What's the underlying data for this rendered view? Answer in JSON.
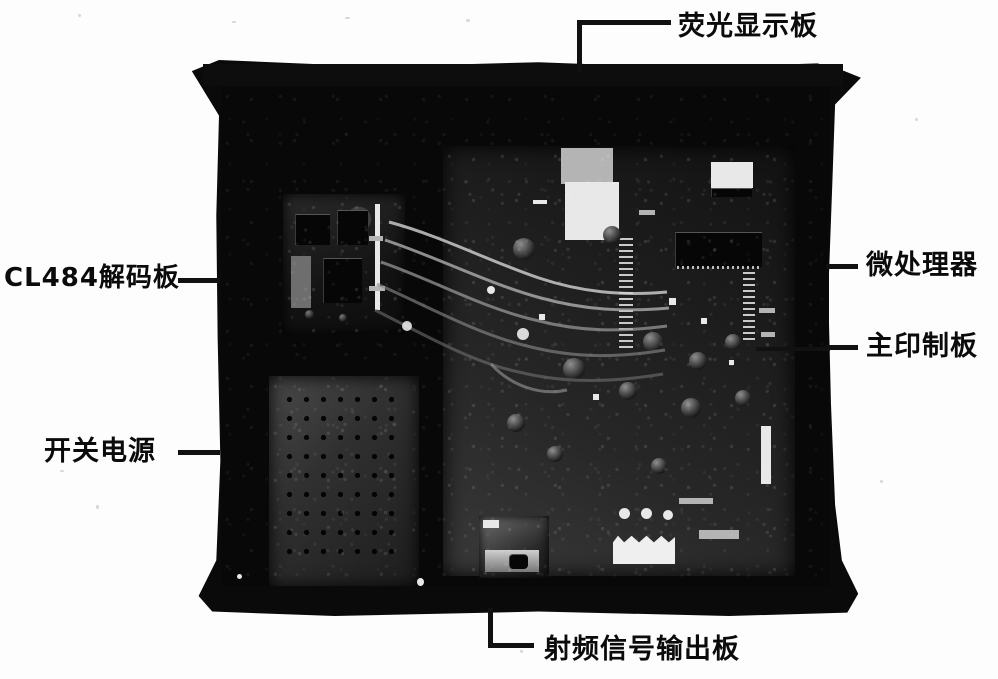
{
  "figure": {
    "subject": "VCD player internal chassis photograph with callout labels",
    "background_color": "#ffffff",
    "label_color": "#0b0b0b",
    "chassis_color": "#0a0a0a"
  },
  "callouts": [
    {
      "id": "fluorescent-display-board",
      "label": "荧光显示板",
      "position": "top",
      "leader": "L-shaped, down into top edge of chassis"
    },
    {
      "id": "cl484-decoder-board",
      "label": "CL484解码板",
      "position": "left-upper",
      "leader": "horizontal dash to left edge of chassis"
    },
    {
      "id": "switching-power-supply",
      "label": "开关电源",
      "position": "left-lower",
      "leader": "horizontal dash to left edge of chassis"
    },
    {
      "id": "microprocessor",
      "label": "微处理器",
      "position": "right-upper",
      "leader": "horizontal dash from right edge of chassis"
    },
    {
      "id": "main-printed-circuit-board",
      "label": "主印制板",
      "position": "right-lower",
      "leader": "horizontal line extending into the board area"
    },
    {
      "id": "rf-signal-output-board",
      "label": "射频信号输出板",
      "position": "bottom",
      "leader": "L-shaped, up into bottom edge of chassis"
    }
  ]
}
